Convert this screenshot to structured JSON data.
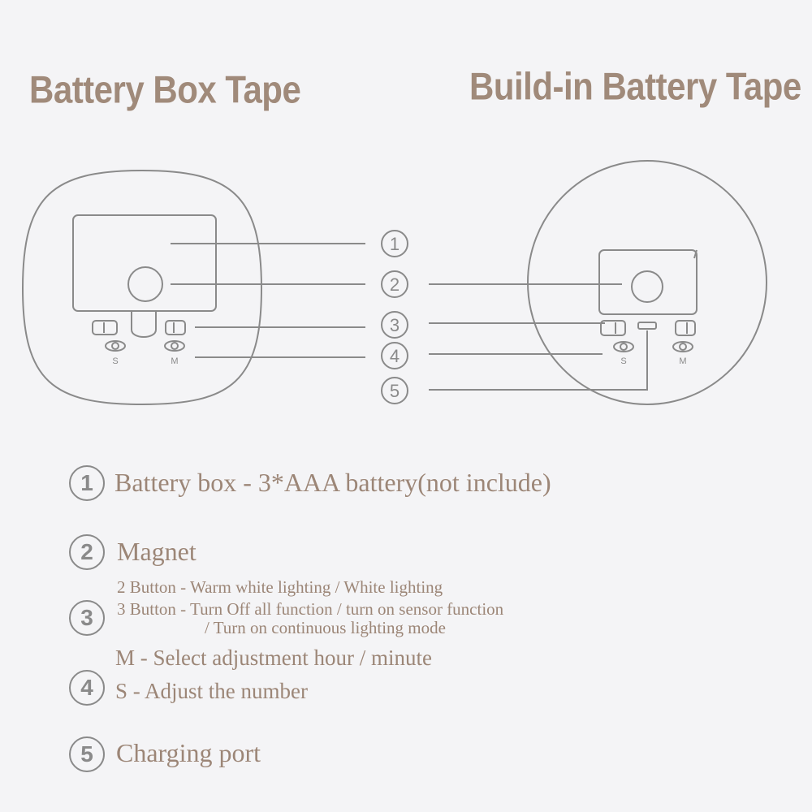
{
  "headings": {
    "left": "Battery Box Tape",
    "right": "Build-in Battery Tape"
  },
  "diagram": {
    "callouts": [
      "1",
      "2",
      "3",
      "4",
      "5"
    ],
    "switch_labels": {
      "s": "S",
      "m": "M"
    }
  },
  "legend": [
    {
      "num": "1",
      "lines": [
        "Battery box - 3*AAA battery(not include)"
      ]
    },
    {
      "num": "2",
      "lines": [
        "Magnet"
      ]
    },
    {
      "num": "3",
      "lines": [
        "2 Button - Warm white lighting / White lighting",
        "3 Button - Turn Off all function / turn on sensor function",
        "/ Turn on continuous lighting mode"
      ]
    },
    {
      "num": "4",
      "lines": [
        "M - Select adjustment hour / minute",
        "S - Adjust the number"
      ]
    },
    {
      "num": "5",
      "lines": [
        "Charging port"
      ]
    }
  ],
  "colors": {
    "background": "#f4f4f6",
    "heading": "#a08a7a",
    "line": "#8a8a8a",
    "legend_text": "#9c8677"
  }
}
